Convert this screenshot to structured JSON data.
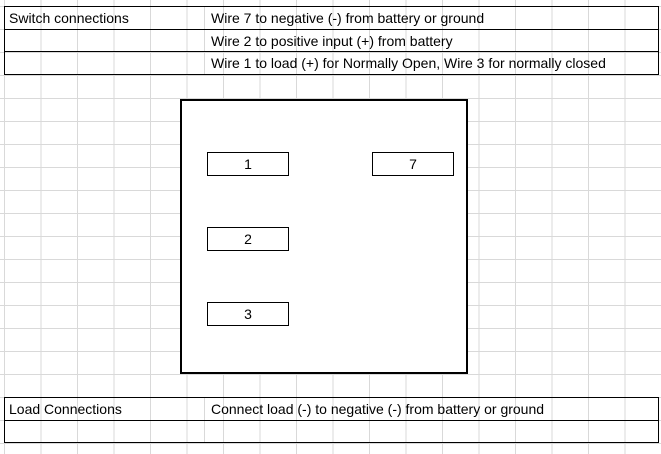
{
  "colors": {
    "border": "#000000",
    "gridline": "#d9d9d9",
    "background": "#ffffff"
  },
  "switch_table": {
    "label": "Switch connections",
    "rows": [
      "Wire 7 to negative (-) from battery or ground",
      "Wire 2 to positive input (+) from battery",
      "Wire 1 to load (+) for Normally Open, Wire 3 for normally closed"
    ]
  },
  "diagram": {
    "shape": "switch-outline-rectangle",
    "terminals": [
      {
        "label": "1"
      },
      {
        "label": "7"
      },
      {
        "label": "2"
      },
      {
        "label": "3"
      }
    ]
  },
  "load_table": {
    "label": "Load Connections",
    "rows": [
      "Connect load (-) to  negative (-) from battery or ground"
    ]
  }
}
